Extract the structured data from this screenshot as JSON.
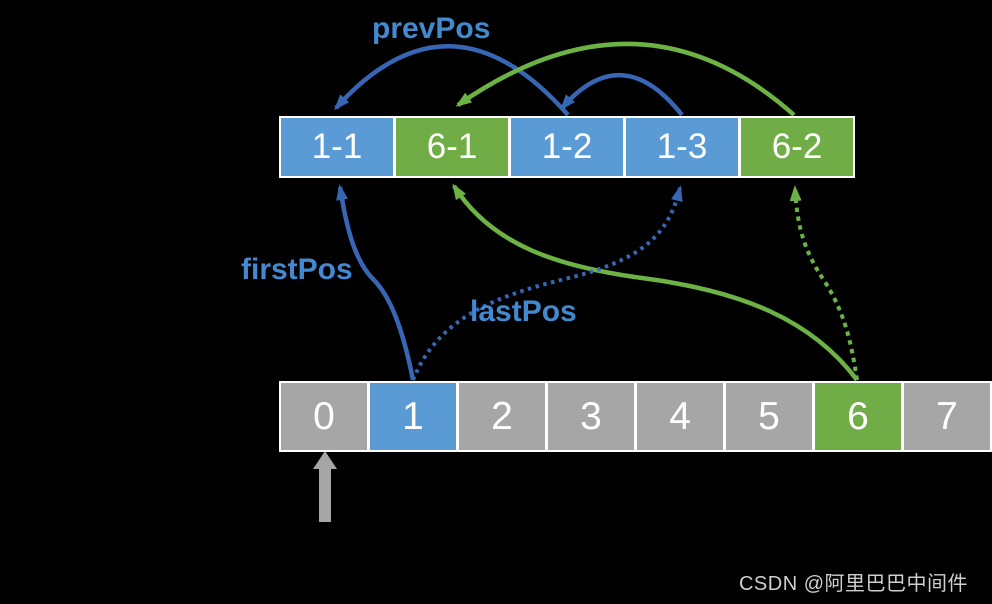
{
  "colors": {
    "background": "#000000",
    "cell_blue": "#5b9bd5",
    "cell_green": "#70ad47",
    "cell_gray": "#a6a6a6",
    "cell_border": "#ffffff",
    "cell_text": "#ffffff",
    "arrow_blue": "#3766b4",
    "arrow_green": "#6cb244",
    "label_blue": "#4289cf",
    "pointer_gray": "#a6a6a6",
    "watermark_gray": "#cfcfcf"
  },
  "labels": {
    "prev_pos": "prevPos",
    "first_pos": "firstPos",
    "last_pos": "lastPos"
  },
  "watermark": "CSDN @阿里巴巴中间件",
  "top_row": {
    "cells": [
      {
        "label": "1-1",
        "color": "blue"
      },
      {
        "label": "6-1",
        "color": "green"
      },
      {
        "label": "1-2",
        "color": "blue"
      },
      {
        "label": "1-3",
        "color": "blue"
      },
      {
        "label": "6-2",
        "color": "green"
      }
    ]
  },
  "bottom_row": {
    "cells": [
      {
        "label": "0",
        "color": "gray"
      },
      {
        "label": "1",
        "color": "blue"
      },
      {
        "label": "2",
        "color": "gray"
      },
      {
        "label": "3",
        "color": "gray"
      },
      {
        "label": "4",
        "color": "gray"
      },
      {
        "label": "5",
        "color": "gray"
      },
      {
        "label": "6",
        "color": "green"
      },
      {
        "label": "7",
        "color": "gray"
      }
    ]
  },
  "edges": [
    {
      "id": "prevpos-arc",
      "from": "1-2",
      "to": "1-1",
      "style": "solid",
      "color": "blue",
      "label": "prevPos"
    },
    {
      "id": "arc-13-to-12",
      "from": "1-3",
      "to": "1-2",
      "style": "solid",
      "color": "blue",
      "label": ""
    },
    {
      "id": "arc-62-to-61",
      "from": "6-2",
      "to": "6-1",
      "style": "solid",
      "color": "green",
      "label": ""
    },
    {
      "id": "firstpos-curve",
      "from": "array-1",
      "to": "1-1",
      "style": "solid",
      "color": "blue",
      "label": "firstPos"
    },
    {
      "id": "green-first-curve",
      "from": "array-6",
      "to": "6-1",
      "style": "solid",
      "color": "green",
      "label": ""
    },
    {
      "id": "lastpos-curve",
      "from": "array-1",
      "to": "1-3",
      "style": "dotted",
      "color": "blue",
      "label": "lastPos"
    },
    {
      "id": "green-last-curve",
      "from": "array-6",
      "to": "6-2",
      "style": "dotted",
      "color": "green",
      "label": ""
    },
    {
      "id": "cursor-arrow",
      "from": "below",
      "to": "array-0",
      "style": "block-arrow",
      "color": "gray",
      "label": ""
    }
  ]
}
